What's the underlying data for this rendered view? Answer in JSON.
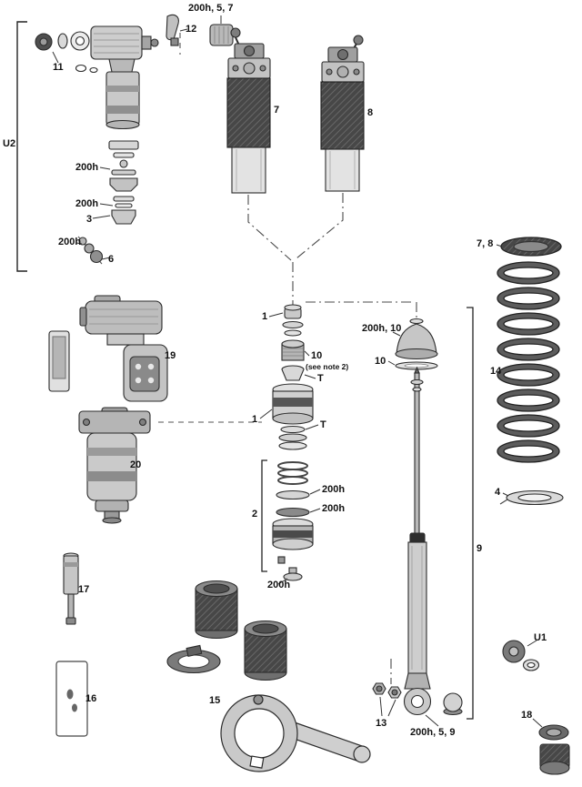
{
  "meta": {
    "description": "Exploded parts diagram of a rear shock with coil spring, dampers, seal kits and service tools",
    "background": "#ffffff",
    "ink": "#1a1a1a"
  },
  "diagram": {
    "labels": [
      {
        "id": "bumper-top",
        "text": "200h, 5, 7"
      },
      {
        "id": "clip",
        "text": "12"
      },
      {
        "id": "washer-set",
        "text": "11"
      },
      {
        "id": "group-u2",
        "text": "U2"
      },
      {
        "id": "seal-a",
        "text": "200h"
      },
      {
        "id": "seal-b",
        "text": "200h"
      },
      {
        "id": "cup",
        "text": "3"
      },
      {
        "id": "valve-seals",
        "text": "200h"
      },
      {
        "id": "valve",
        "text": "6"
      },
      {
        "id": "shock-left",
        "text": "7"
      },
      {
        "id": "shock-right",
        "text": "8"
      },
      {
        "id": "spring-collar",
        "text": "7, 8"
      },
      {
        "id": "cap-top",
        "text": "1"
      },
      {
        "id": "seal-head",
        "text": "200h, 10"
      },
      {
        "id": "nut-center",
        "text": "10"
      },
      {
        "id": "note",
        "text": "(see note 2)"
      },
      {
        "id": "ring-right",
        "text": "10"
      },
      {
        "id": "t-top",
        "text": "T"
      },
      {
        "id": "coil-spring",
        "text": "14"
      },
      {
        "id": "piston",
        "text": "1"
      },
      {
        "id": "t-lower",
        "text": "T"
      },
      {
        "id": "control-module",
        "text": "19"
      },
      {
        "id": "glide-ring-a",
        "text": "200h"
      },
      {
        "id": "glide-ring-b",
        "text": "200h"
      },
      {
        "id": "stack-group",
        "text": "2"
      },
      {
        "id": "spring-seat",
        "text": "4"
      },
      {
        "id": "motor-module",
        "text": "20"
      },
      {
        "id": "shaft-assembly",
        "text": "9"
      },
      {
        "id": "seal-bottom",
        "text": "200h"
      },
      {
        "id": "shaft-small",
        "text": "17"
      },
      {
        "id": "group-u1",
        "text": "U1"
      },
      {
        "id": "box",
        "text": "16"
      },
      {
        "id": "spanner-wrench",
        "text": "15"
      },
      {
        "id": "nuts",
        "text": "13"
      },
      {
        "id": "eyelet-hardware",
        "text": "200h, 5, 9"
      },
      {
        "id": "bushing-set",
        "text": "18"
      }
    ]
  }
}
